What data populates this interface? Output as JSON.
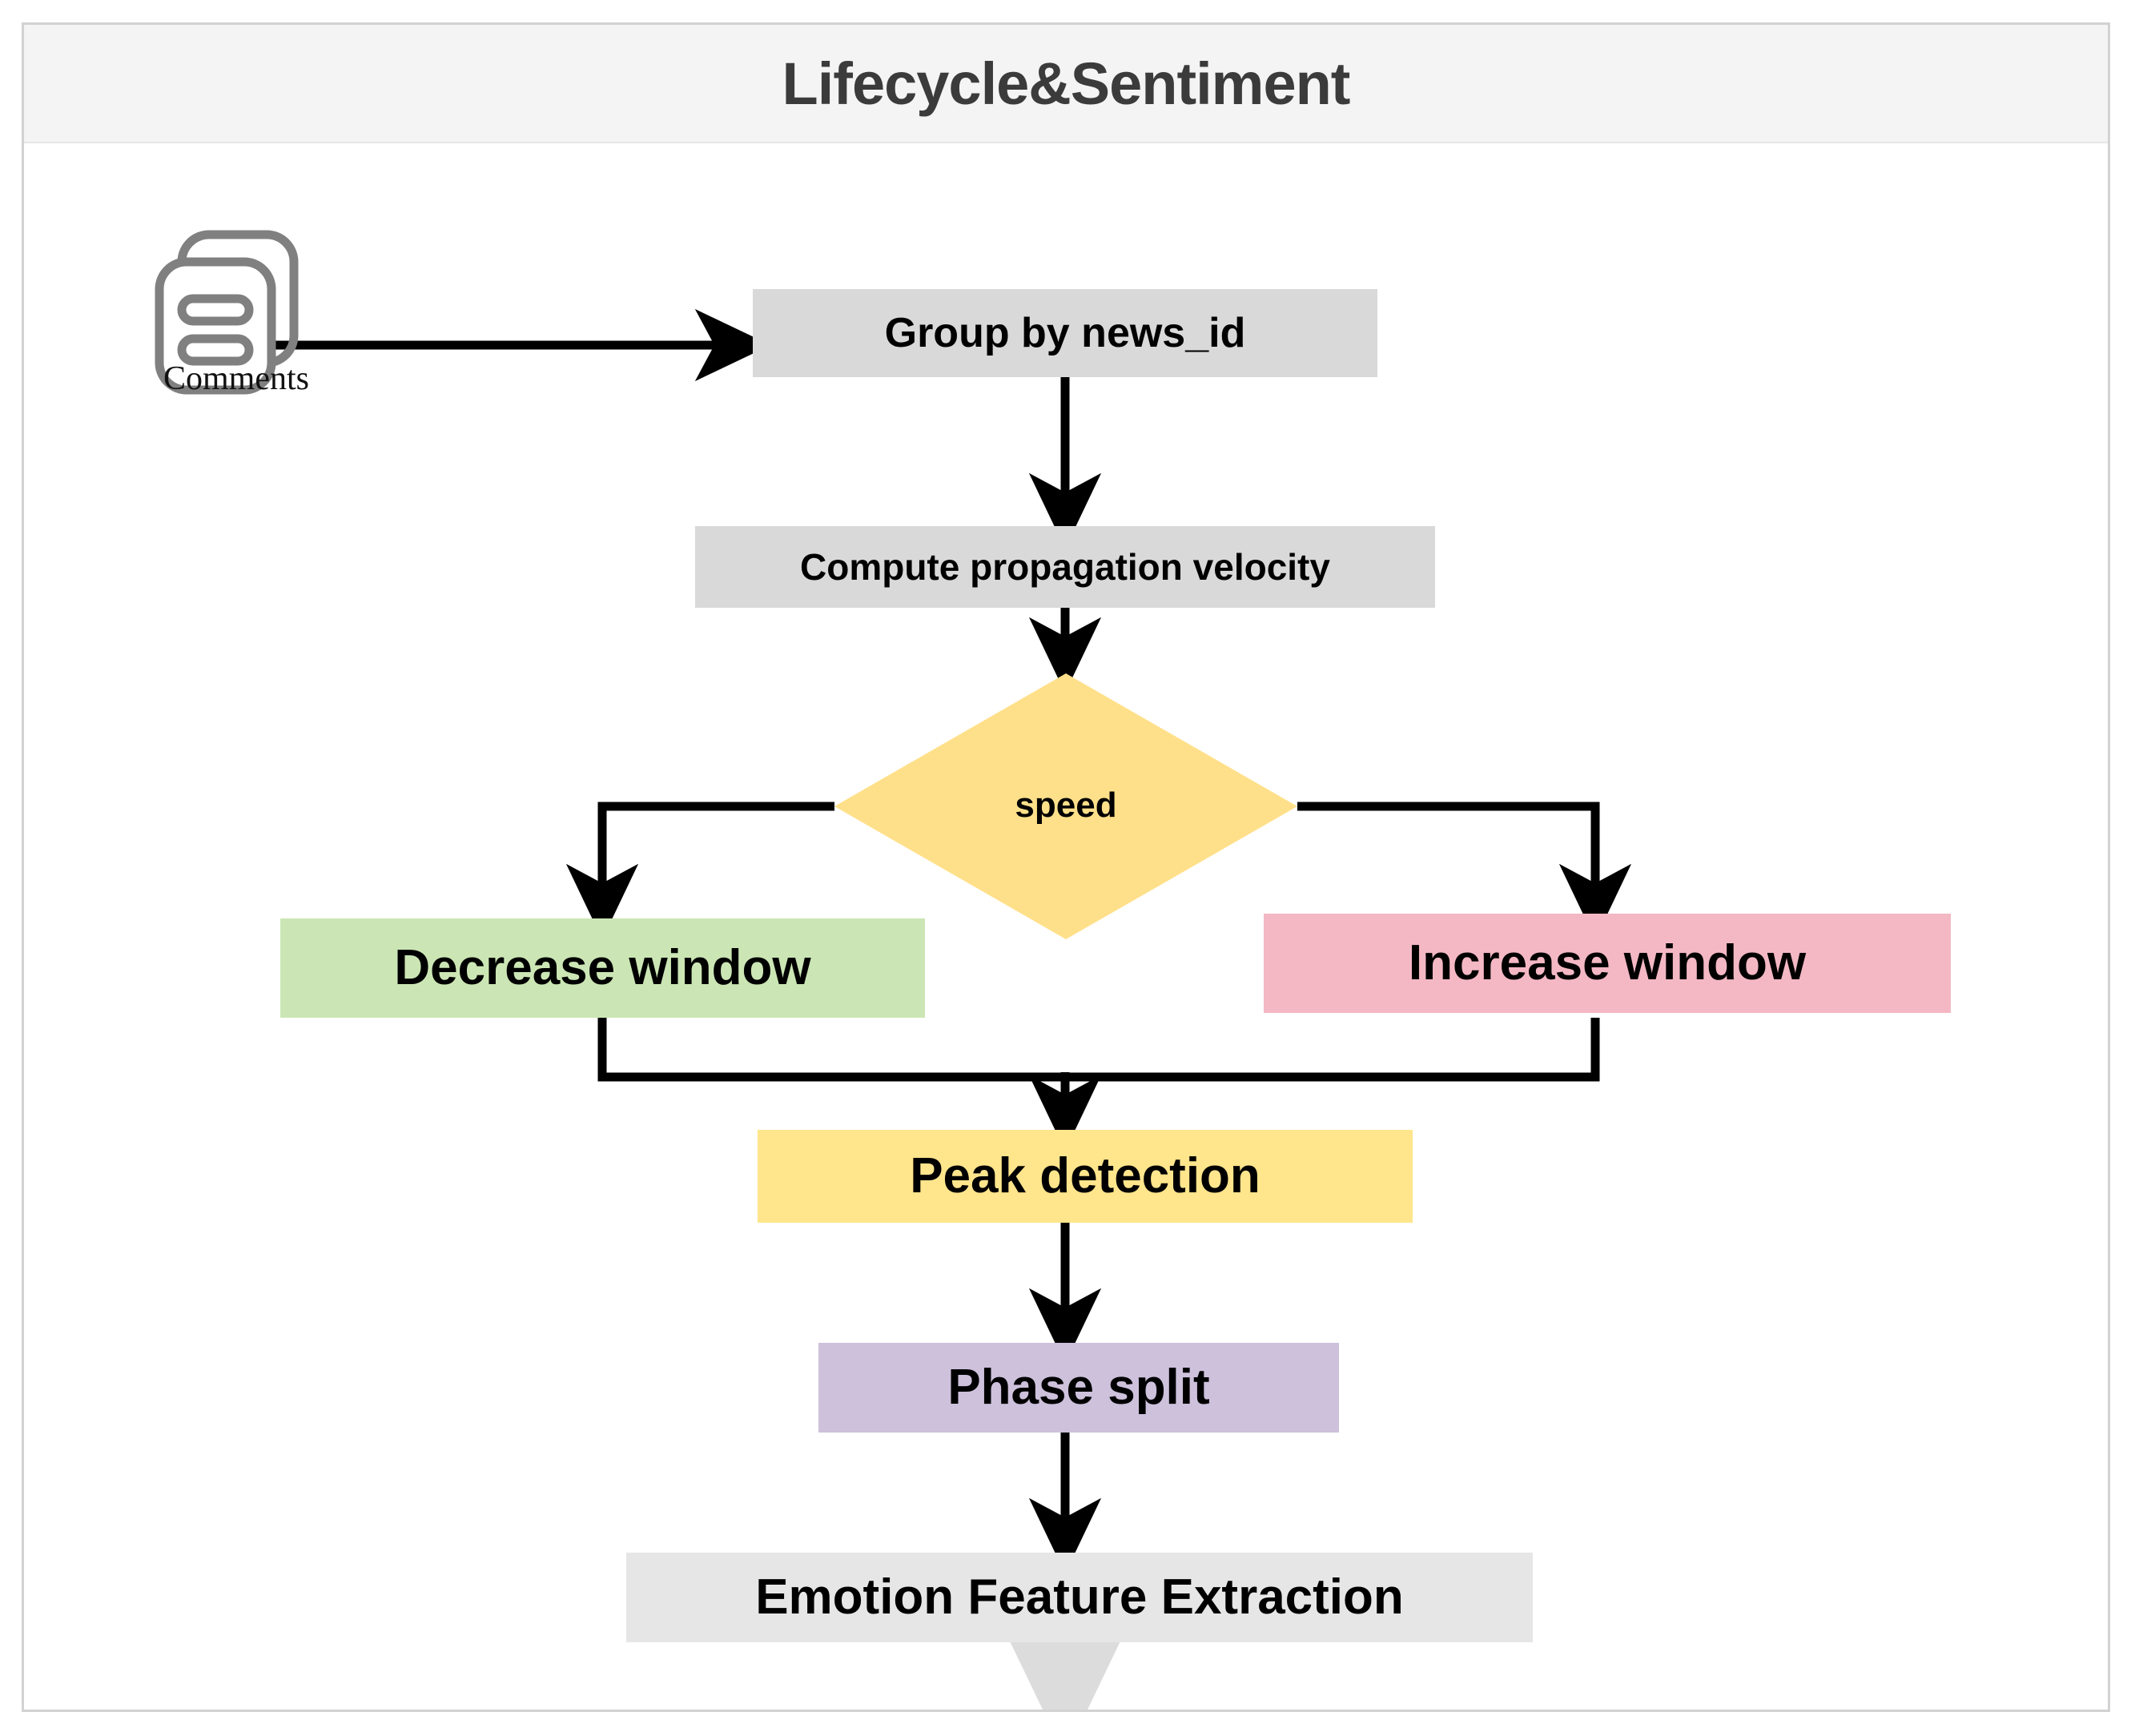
{
  "panel": {
    "title": "Lifecycle&Sentiment"
  },
  "source": {
    "icon": "documents-stack-icon",
    "label": "Comments"
  },
  "nodes": [
    {
      "id": "group",
      "label": "Group by news_id",
      "shape": "rect",
      "color": "#d9d9d9"
    },
    {
      "id": "velocity",
      "label": "Compute propagation velocity",
      "shape": "rect",
      "color": "#d9d9d9"
    },
    {
      "id": "speed",
      "label": "speed",
      "shape": "diamond",
      "color": "#ffe08a"
    },
    {
      "id": "decrease",
      "label": "Decrease window",
      "shape": "rect",
      "color": "#cbe6b4"
    },
    {
      "id": "increase",
      "label": "Increase window",
      "shape": "rect",
      "color": "#f4b8c4"
    },
    {
      "id": "peak",
      "label": "Peak detection",
      "shape": "rect",
      "color": "#ffe58c"
    },
    {
      "id": "phase",
      "label": "Phase split",
      "shape": "rect",
      "color": "#cdc1dc"
    },
    {
      "id": "emotion",
      "label": "Emotion Feature Extraction",
      "shape": "rect",
      "color": "#e6e6e6"
    }
  ],
  "edges": [
    {
      "from": "comments",
      "to": "group",
      "style": "solid-black"
    },
    {
      "from": "group",
      "to": "velocity",
      "style": "solid-black"
    },
    {
      "from": "velocity",
      "to": "speed",
      "style": "solid-black"
    },
    {
      "from": "speed",
      "to": "decrease",
      "style": "solid-black"
    },
    {
      "from": "speed",
      "to": "increase",
      "style": "solid-black"
    },
    {
      "from": "decrease",
      "to": "peak",
      "style": "solid-black"
    },
    {
      "from": "increase",
      "to": "peak",
      "style": "solid-black"
    },
    {
      "from": "peak",
      "to": "phase",
      "style": "solid-black"
    },
    {
      "from": "phase",
      "to": "emotion",
      "style": "solid-black"
    },
    {
      "from": "emotion",
      "to": "next-stage",
      "style": "thick-gray"
    }
  ],
  "colors": {
    "edge": "#000000",
    "edge_outflow": "#dcdcdc",
    "panel_border": "#d2d2d2",
    "header_bg": "#f4f4f4",
    "title_text": "#3b3b3b",
    "icon_stroke": "#808080"
  }
}
